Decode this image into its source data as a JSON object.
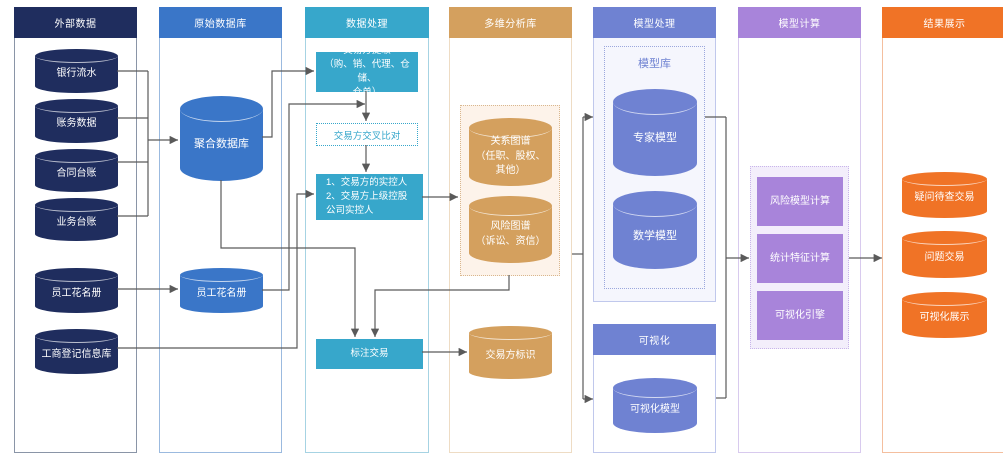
{
  "columns": [
    {
      "title": "外部数据",
      "color": "#1f2d5e",
      "border": "#8a95a7"
    },
    {
      "title": "原始数据库",
      "color": "#3a76c8",
      "border": "#9bbadf"
    },
    {
      "title": "数据处理",
      "color": "#37a7cb",
      "border": "#a6d3e3"
    },
    {
      "title": "多维分析库",
      "color": "#d4a05e",
      "border": "#eedcc4",
      "group_bg": "#fdf3ea",
      "group_border": "#d9b78e"
    },
    {
      "title": "模型处理",
      "color": "#6f82d2",
      "border": "#c0c8ec",
      "group_bg": "#f5f6fd",
      "group_border": "#9ba7dd"
    },
    {
      "title": "模型计算",
      "color": "#a884da",
      "border": "#d8caee",
      "group_bg": "#f3eefb",
      "group_border": "#c8b5ea"
    },
    {
      "title": "结果展示",
      "color": "#f07326",
      "border": "#f4bf9f"
    }
  ],
  "external": {
    "items": [
      "银行流水",
      "账务数据",
      "合同台账",
      "业务台账",
      "员工花名册",
      "工商登记信息库"
    ]
  },
  "raw_db": {
    "items": [
      "聚合数据库",
      "员工花名册"
    ]
  },
  "processing": {
    "extract": [
      "交易方提取",
      "（购、销、代理、仓储、",
      "仓单）"
    ],
    "cross_check": "交易方交叉比对",
    "controllers": [
      "1、交易方的实控人",
      "2、交易方上级控股",
      "公司实控人"
    ],
    "mark": "标注交易"
  },
  "analysis": {
    "relation_graph": [
      "关系图谱",
      "（任职、股权、",
      "其他）"
    ],
    "risk_graph": [
      "风险图谱",
      "（诉讼、资信）"
    ],
    "counterparty_tag": "交易方标识"
  },
  "model": {
    "library_title": "模型库",
    "expert": "专家模型",
    "math": "数学模型",
    "vis_title": "可视化",
    "vis_model": "可视化模型"
  },
  "compute": {
    "items": [
      "风险模型计算",
      "统计特征计算",
      "可视化引擎"
    ]
  },
  "results": {
    "items": [
      "疑问待查交易",
      "问题交易",
      "可视化展示"
    ]
  }
}
